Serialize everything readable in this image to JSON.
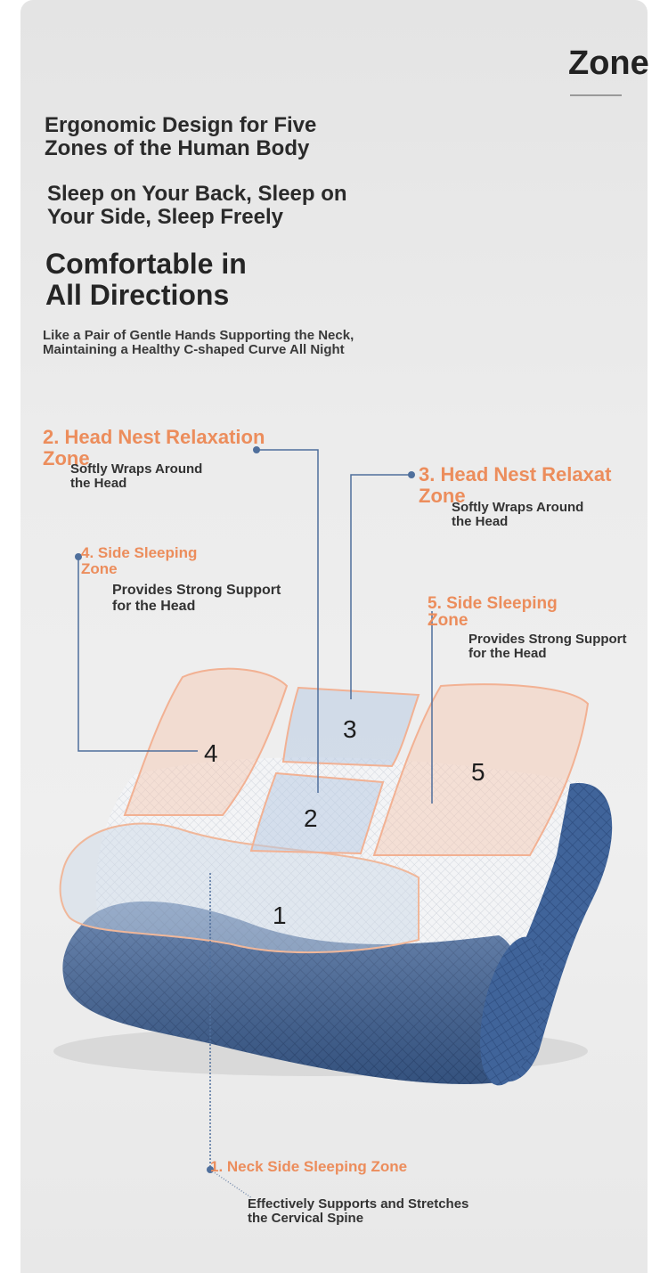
{
  "header": {
    "corner_title": "Zone",
    "headline_1": "Ergonomic Design for Five\n Zones of the Human Body",
    "headline_2": "Sleep on Your Back, Sleep on\n Your Side, Sleep Freely",
    "headline_3": "Comfortable in\n All Directions",
    "subtitle": "Like a Pair of Gentle Hands Supporting the Neck,\n Maintaining a Healthy C-shaped Curve All Night"
  },
  "zones": {
    "zone_1": {
      "title": "1. Neck Side Sleeping Zone",
      "description": "Effectively Supports and Stretches\n the Cervical Spine",
      "number": "1"
    },
    "zone_2": {
      "title": "2. Head Nest Relaxation\n Zone",
      "description": "Softly Wraps Around\n the Head",
      "number": "2"
    },
    "zone_3": {
      "title": "3. Head Nest Relaxat\n Zone",
      "description": "Softly Wraps Around\n the Head",
      "number": "3"
    },
    "zone_4": {
      "title": "4. Side Sleeping\n Zone",
      "description": "Provides Strong Support\n for the Head",
      "number": "4"
    },
    "zone_5": {
      "title": "5. Side Sleeping\n Zone",
      "description": "Provides Strong Support\n for the Head",
      "number": "5"
    }
  },
  "colors": {
    "accent_orange": "#ec8d5c",
    "pillow_blue": "#3d5f94",
    "leader_line": "#4f6f9c",
    "heading_text": "#2a2a2a"
  },
  "icons": {
    "pillow": "pillow-illustration"
  }
}
